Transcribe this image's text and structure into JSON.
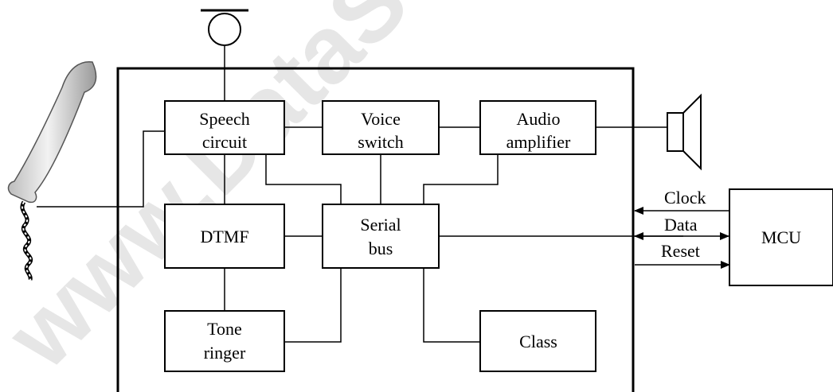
{
  "watermark": "www.DataS",
  "blocks": {
    "speech": [
      "Speech",
      "circuit"
    ],
    "voice": [
      "Voice",
      "switch"
    ],
    "audio": [
      "Audio",
      "amplifier"
    ],
    "dtmf": [
      "DTMF"
    ],
    "serial": [
      "Serial",
      "bus"
    ],
    "tone": [
      "Tone",
      "ringer"
    ],
    "class": [
      "Class"
    ],
    "mcu": [
      "MCU"
    ]
  },
  "signals": {
    "clock": "Clock",
    "data": "Data",
    "reset": "Reset"
  }
}
